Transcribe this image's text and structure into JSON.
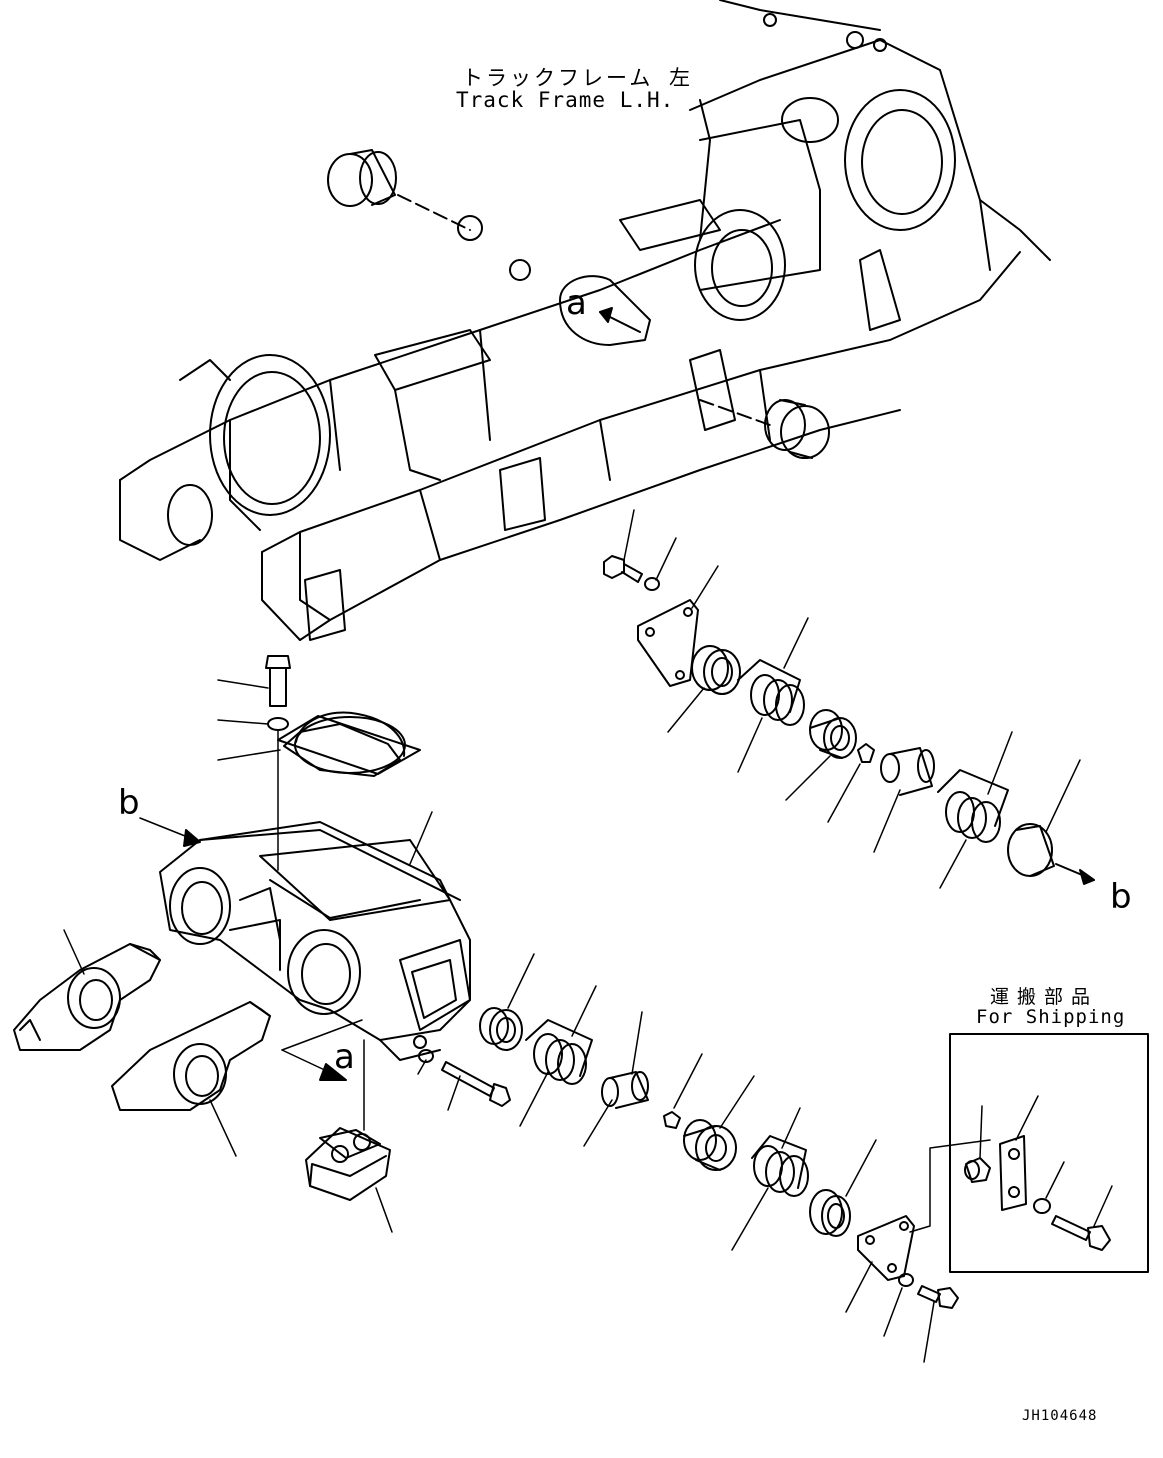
{
  "diagram": {
    "title_jp": "トラックフレーム 左",
    "title_en": "Track Frame L.H.",
    "ref_a": "a",
    "ref_b": "b",
    "shipping_jp": "運搬部品",
    "shipping_en": "For Shipping",
    "doc_id": "JH104648"
  },
  "colors": {
    "line": "#000000",
    "background": "#ffffff"
  }
}
